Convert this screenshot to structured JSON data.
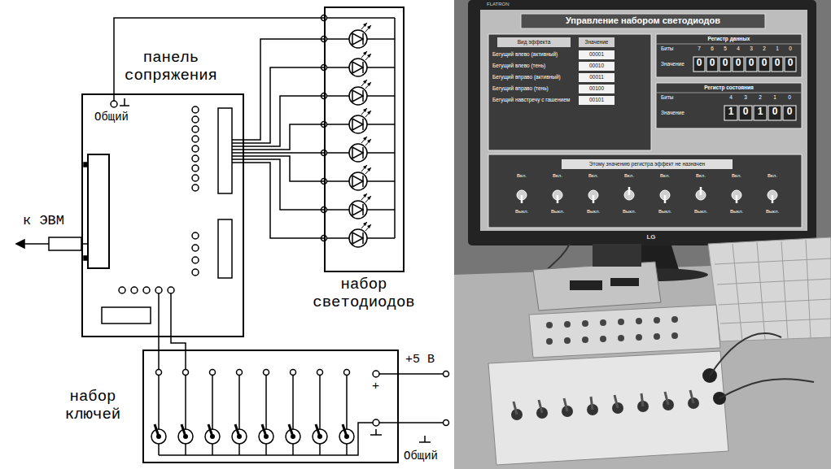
{
  "diagram": {
    "nodes": [
      {
        "text": [
          "панель сопряжения"
        ]
      },
      {
        "text": [
          "набор светодиодов"
        ]
      },
      {
        "text": [
          "набор ключей"
        ]
      }
    ],
    "edges": [
      {
        "from": 0,
        "to": 1,
        "arrow": "none"
      },
      {
        "from": 0,
        "to": 1,
        "arrow": "none"
      },
      {
        "from": 0,
        "to": 2,
        "arrow": "none"
      },
      {
        "from": 0,
        "to": 2,
        "arrow": "none"
      }
    ],
    "labels": [
      "к ЭВМ",
      "Общий",
      "+",
      "+5 В",
      "Общий",
      "FLATRON",
      "Управление набором светодиодов",
      "Вид эффекта",
      "Значение",
      "Бегущий влево (активный)",
      "00001",
      "Бегущий влево (тень)",
      "00010",
      "Бегущий вправо (активный)",
      "00011",
      "Бегущий вправо (тень)",
      "00100",
      "Бегущий навстречу с гашением",
      "00101",
      "Регистр данных",
      "Биты",
      "7",
      "6",
      "5",
      "4",
      "3",
      "2",
      "1",
      "0",
      "Значение",
      "0",
      "0",
      "0",
      "0",
      "0",
      "0",
      "0",
      "0",
      "Регистр состояния",
      "Биты",
      "4",
      "3",
      "2",
      "1",
      "0",
      "Значение",
      "1",
      "0",
      "1",
      "0",
      "0",
      "Этому значению регистра эффект не назначен",
      "Вкл.",
      "Вкл.",
      "Вкл.",
      "Вкл.",
      "Вкл.",
      "Вкл.",
      "Вкл.",
      "Вкл.",
      "Выкл.",
      "Выкл.",
      "Выкл.",
      "Выкл.",
      "Выкл.",
      "Выкл.",
      "Выкл.",
      "Выкл.",
      "LG"
    ]
  }
}
